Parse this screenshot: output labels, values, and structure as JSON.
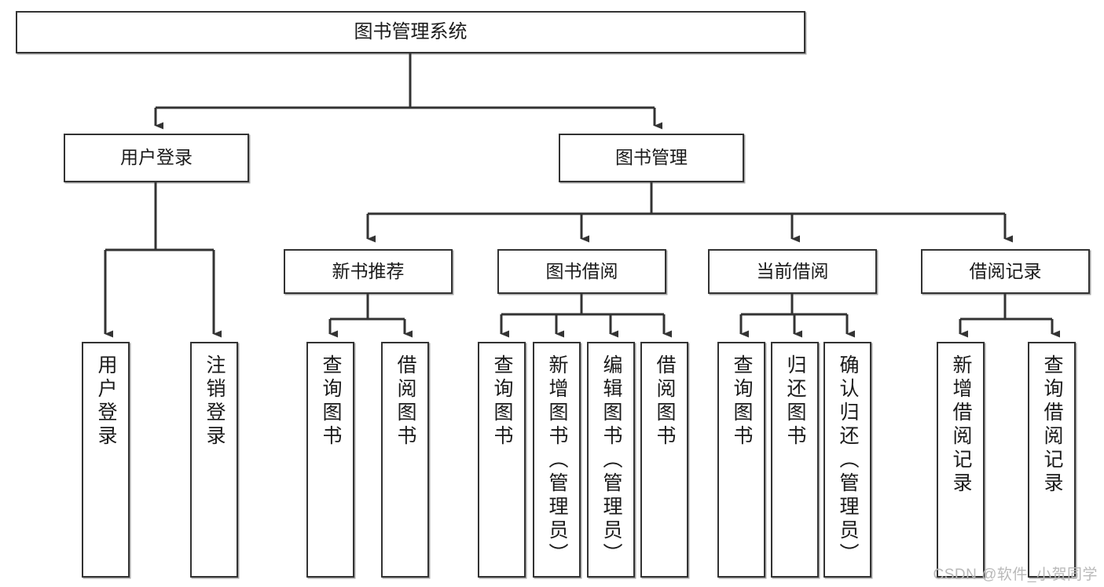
{
  "diagram": {
    "type": "tree",
    "title": "图书管理系统",
    "orientation": "top-down",
    "colors": {
      "box_border": "#333333",
      "box_fill": "#ffffff",
      "connector": "#333333",
      "text": "#1a1a1a",
      "watermark": "#b9b9b9"
    }
  },
  "root": {
    "label": "图书管理系统"
  },
  "level2": {
    "user_login": {
      "label": "用户登录"
    },
    "book_manage": {
      "label": "图书管理"
    }
  },
  "level3": {
    "new_book": {
      "label": "新书推荐"
    },
    "borrow": {
      "label": "图书借阅"
    },
    "current": {
      "label": "当前借阅"
    },
    "records": {
      "label": "借阅记录"
    }
  },
  "leaves": {
    "user_login": [
      {
        "label": "用户登录"
      },
      {
        "label": "注销登录"
      }
    ],
    "new_book": [
      {
        "label": "查询图书"
      },
      {
        "label": "借阅图书"
      }
    ],
    "borrow": [
      {
        "label": "查询图书"
      },
      {
        "label": "新增图书（管理员）"
      },
      {
        "label": "编辑图书（管理员）"
      },
      {
        "label": "借阅图书"
      }
    ],
    "current": [
      {
        "label": "查询图书"
      },
      {
        "label": "归还图书"
      },
      {
        "label": "确认归还（管理员）"
      }
    ],
    "records": [
      {
        "label": "新增借阅记录"
      },
      {
        "label": "查询借阅记录"
      }
    ]
  },
  "watermark": {
    "text": "CSDN @软件_小贺同学"
  }
}
